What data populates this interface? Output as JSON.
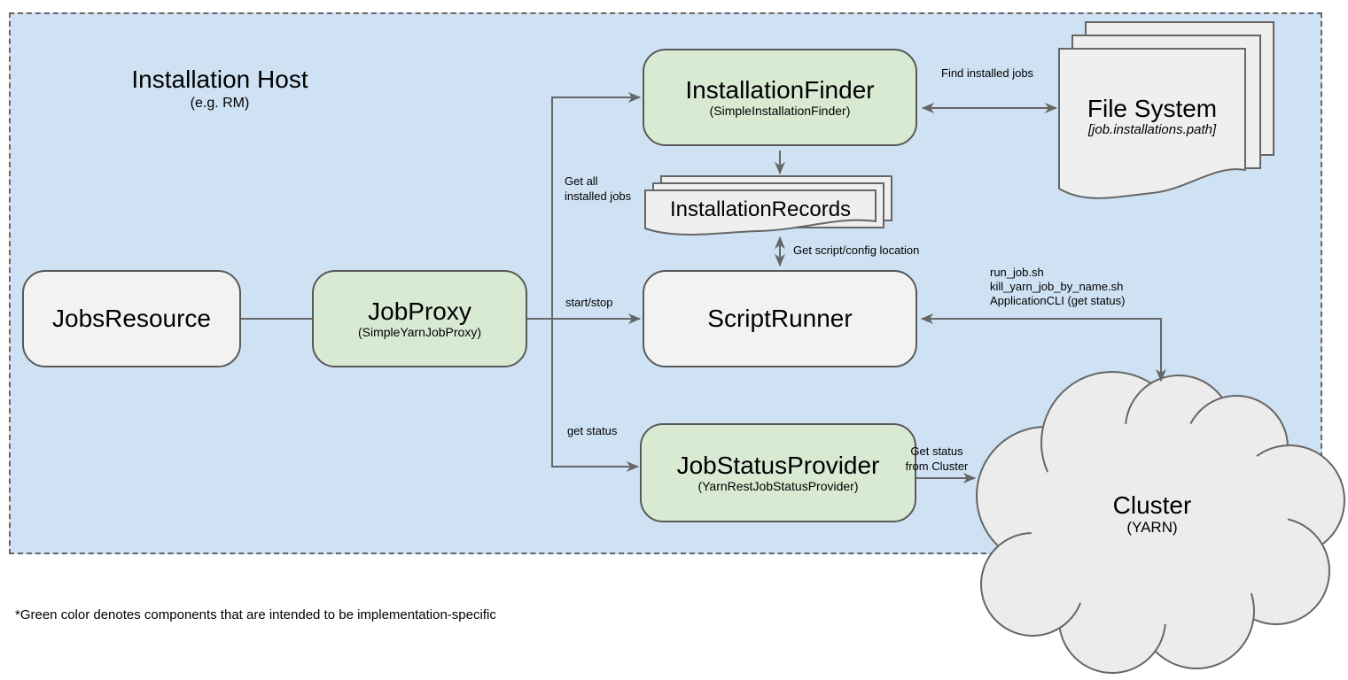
{
  "diagram": {
    "host": {
      "title": "Installation Host",
      "subtitle": "(e.g. RM)"
    },
    "footnote": "*Green color denotes components that are intended to be implementation-specific"
  },
  "components": {
    "jobs_resource": {
      "title": "JobsResource"
    },
    "job_proxy": {
      "title": "JobProxy",
      "subtitle": "(SimpleYarnJobProxy)"
    },
    "installation_finder": {
      "title": "InstallationFinder",
      "subtitle": "(SimpleInstallationFinder)"
    },
    "script_runner": {
      "title": "ScriptRunner"
    },
    "job_status_provider": {
      "title": "JobStatusProvider",
      "subtitle": "(YarnRestJobStatusProvider)"
    },
    "installation_records": {
      "title": "InstallationRecords"
    },
    "file_system": {
      "title": "File System",
      "subtitle": "[job.installations.path]"
    },
    "cluster": {
      "title": "Cluster",
      "subtitle": "(YARN)"
    }
  },
  "edge_labels": {
    "find_installed_jobs": "Find installed jobs",
    "get_all_installed_jobs": [
      "Get all",
      "installed jobs"
    ],
    "get_script_config_location": "Get script/config location",
    "start_stop": "start/stop",
    "get_status": "get status",
    "scripts": [
      "run_job.sh",
      "kill_yarn_job_by_name.sh",
      "ApplicationCLI (get status)"
    ],
    "get_status_from_cluster": [
      "Get status",
      "from Cluster"
    ]
  },
  "colors": {
    "host_background": "#cfe2f3",
    "implementation_specific_green": "#d9ead3",
    "neutral_grey": "#f2f2f2",
    "line_grey": "#666666"
  }
}
